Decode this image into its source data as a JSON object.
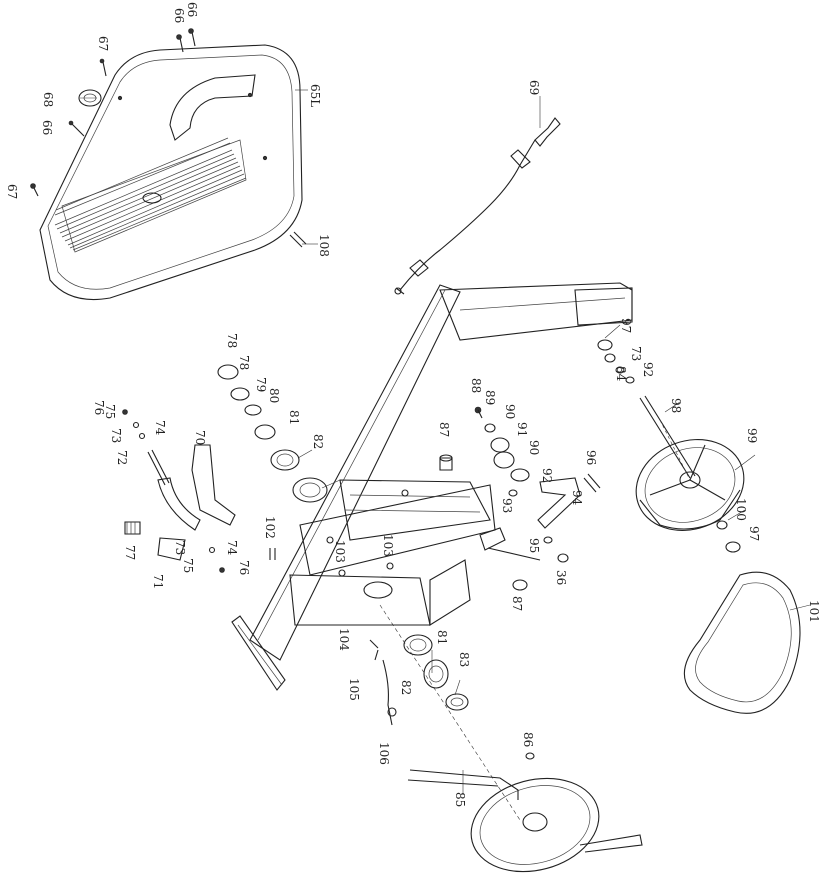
{
  "diagram": {
    "labels": [
      {
        "id": "l66a",
        "text": "66"
      },
      {
        "id": "l66b",
        "text": "66"
      },
      {
        "id": "l67a",
        "text": "67"
      },
      {
        "id": "l68",
        "text": "68"
      },
      {
        "id": "l66c",
        "text": "66"
      },
      {
        "id": "l67b",
        "text": "67"
      },
      {
        "id": "l65l",
        "text": "65L"
      },
      {
        "id": "l108",
        "text": "108"
      },
      {
        "id": "l69",
        "text": "69"
      },
      {
        "id": "l97a",
        "text": "97"
      },
      {
        "id": "l73a",
        "text": "73"
      },
      {
        "id": "l92a",
        "text": "92"
      },
      {
        "id": "l84",
        "text": "84"
      },
      {
        "id": "l98",
        "text": "98"
      },
      {
        "id": "l99",
        "text": "99"
      },
      {
        "id": "l100",
        "text": "100"
      },
      {
        "id": "l97b",
        "text": "97"
      },
      {
        "id": "l101",
        "text": "101"
      },
      {
        "id": "l78a",
        "text": "78"
      },
      {
        "id": "l78b",
        "text": "78"
      },
      {
        "id": "l79",
        "text": "79"
      },
      {
        "id": "l80",
        "text": "80"
      },
      {
        "id": "l81a",
        "text": "81"
      },
      {
        "id": "l82a",
        "text": "82"
      },
      {
        "id": "l88",
        "text": "88"
      },
      {
        "id": "l89",
        "text": "89"
      },
      {
        "id": "l90a",
        "text": "90"
      },
      {
        "id": "l91",
        "text": "91"
      },
      {
        "id": "l90b",
        "text": "90"
      },
      {
        "id": "l87a",
        "text": "87"
      },
      {
        "id": "l96",
        "text": "96"
      },
      {
        "id": "l92b",
        "text": "92"
      },
      {
        "id": "l94",
        "text": "94"
      },
      {
        "id": "l93",
        "text": "93"
      },
      {
        "id": "l95",
        "text": "95"
      },
      {
        "id": "l36",
        "text": "36"
      },
      {
        "id": "l87b",
        "text": "87"
      },
      {
        "id": "l76a",
        "text": "76"
      },
      {
        "id": "l75a",
        "text": "75"
      },
      {
        "id": "l74a",
        "text": "74"
      },
      {
        "id": "l73b",
        "text": "73"
      },
      {
        "id": "l72",
        "text": "72"
      },
      {
        "id": "l70",
        "text": "70"
      },
      {
        "id": "l77",
        "text": "77"
      },
      {
        "id": "l71",
        "text": "71"
      },
      {
        "id": "l73c",
        "text": "73"
      },
      {
        "id": "l74b",
        "text": "74"
      },
      {
        "id": "l75b",
        "text": "75"
      },
      {
        "id": "l76b",
        "text": "76"
      },
      {
        "id": "l102",
        "text": "102"
      },
      {
        "id": "l103a",
        "text": "103"
      },
      {
        "id": "l103b",
        "text": "103"
      },
      {
        "id": "l104",
        "text": "104"
      },
      {
        "id": "l105",
        "text": "105"
      },
      {
        "id": "l106",
        "text": "106"
      },
      {
        "id": "l82b",
        "text": "82"
      },
      {
        "id": "l81b",
        "text": "81"
      },
      {
        "id": "l83",
        "text": "83"
      },
      {
        "id": "l86",
        "text": "86"
      },
      {
        "id": "l85",
        "text": "85"
      }
    ]
  }
}
